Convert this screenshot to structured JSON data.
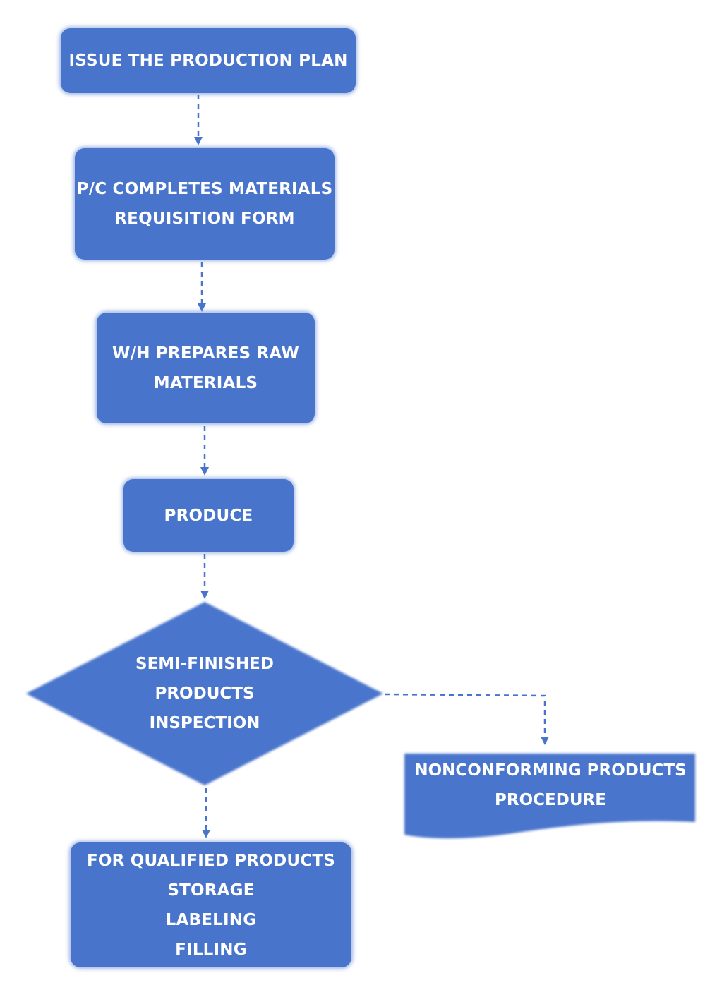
{
  "colors": {
    "box_fill": "#4874cc",
    "connector": "#4874cc",
    "text": "#ffffff",
    "background": "#ffffff"
  },
  "steps": {
    "issue_plan": "ISSUE THE PRODUCTION PLAN",
    "requisition": [
      "P/C COMPLETES MATERIALS",
      "REQUISITION FORM"
    ],
    "prepare": [
      "W/H PREPARES RAW",
      "MATERIALS"
    ],
    "produce": "PRODUCE",
    "inspection": [
      "SEMI-FINISHED",
      "PRODUCTS",
      "INSPECTION"
    ],
    "nonconforming": [
      "NONCONFORMING PRODUCTS",
      "PROCEDURE"
    ],
    "qualified": [
      "FOR QUALIFIED PRODUCTS",
      "STORAGE",
      "LABELING",
      "FILLING"
    ]
  }
}
